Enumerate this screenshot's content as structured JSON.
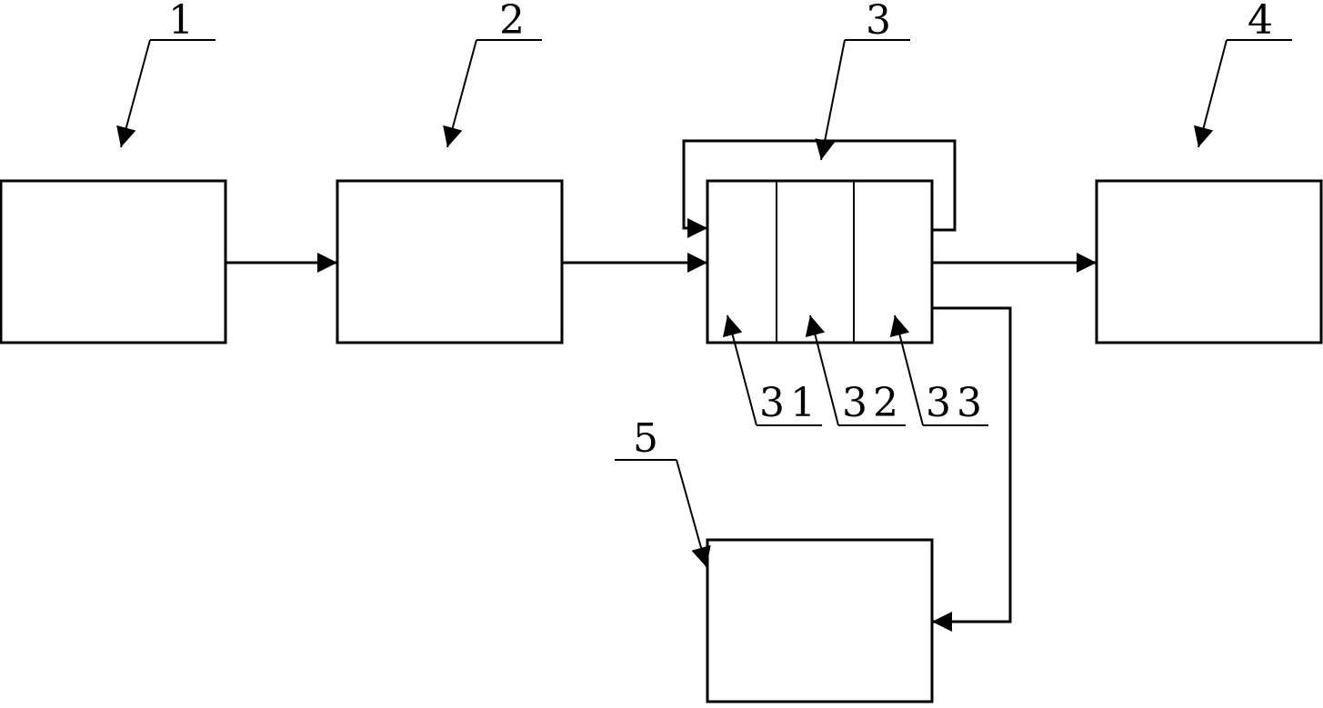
{
  "labels": {
    "block_1": "1",
    "block_2": "2",
    "block_3": "3",
    "block_4": "4",
    "block_5": "5",
    "section_31": "31",
    "section_32": "32",
    "section_33": "33"
  },
  "colors": {
    "line": "#000000",
    "background": "#ffffff"
  }
}
